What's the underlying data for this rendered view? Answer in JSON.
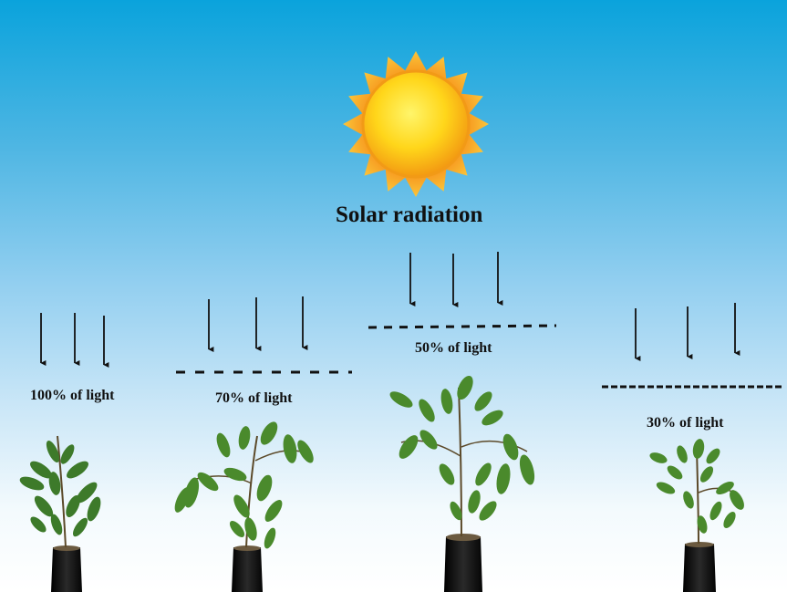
{
  "title": "Solar radiation",
  "treatments": [
    {
      "id": "full",
      "label": "100% of light"
    },
    {
      "id": "t70",
      "label": "70% of light"
    },
    {
      "id": "t50",
      "label": "50% of light"
    },
    {
      "id": "t30",
      "label": "30% of light"
    }
  ],
  "colors": {
    "sky_top": "#0aa3dc",
    "sky_bottom": "#ffffff",
    "sun_core": "#ffe01a",
    "sun_rays": "#f6a21a",
    "leaf": "#3d7a2a",
    "pot": "#151515"
  }
}
